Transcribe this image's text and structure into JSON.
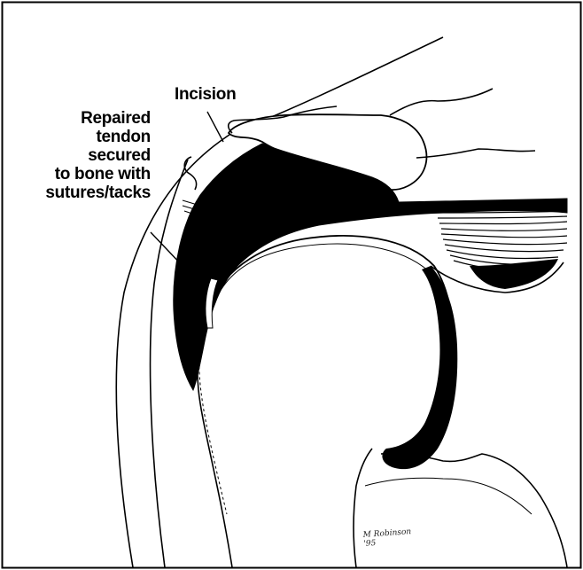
{
  "labels": {
    "incision": "Incision",
    "repaired_lines": [
      "Repaired",
      "tendon",
      "secured",
      "to bone with",
      "sutures/tacks"
    ]
  },
  "signature": {
    "line1": "M Robinson",
    "line2": "'95"
  },
  "colors": {
    "background": "#ffffff",
    "ink": "#000000",
    "border": "#000000"
  }
}
